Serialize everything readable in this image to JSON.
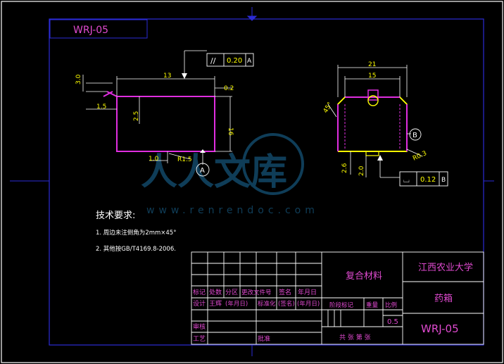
{
  "drawing_code_box": "WRJ-05",
  "tolerances": {
    "parallelism": {
      "symbol": "//",
      "value": "0.20",
      "datum": "A"
    },
    "flatness": {
      "symbol": "⌴",
      "value": "0.12",
      "datum": "B"
    }
  },
  "datums": {
    "a": "A",
    "b": "B"
  },
  "dims": {
    "width_13": "13",
    "offset_0_2": "0.2",
    "h_3_0": "3.0",
    "h_1_5": "1.5",
    "h_2_5": "2.5",
    "h_16": "16",
    "w_1_0": "1.0",
    "r_1_5": "R1.5",
    "w_21": "21",
    "w_15": "15",
    "angle_45": "45°",
    "h_2_6": "2.6",
    "h_2_0": "2.0",
    "r_0_3": "R0.3"
  },
  "tech_requirements": {
    "title": "技术要求:",
    "items": [
      "1. 周边未注倒角为2mm×45°",
      "2. 其他按GB/T4169.8-2006."
    ]
  },
  "watermark": {
    "logo_text": "人人文库",
    "url": "www.renrendoc.com"
  },
  "title_block": {
    "material": "复合材料",
    "school": "江西农业大学",
    "part_name": "药箱",
    "drawing_code": "WRJ-05",
    "row_labels": {
      "mark": "标记",
      "count": "处数",
      "zone": "分区",
      "change_doc": "更改文件号",
      "sign": "签名",
      "date": "年月日",
      "design": "设计",
      "designer": "王辉",
      "date_paren": "(年月日)",
      "standardize": "标准化",
      "sign_paren": "(签名)",
      "date_paren2": "(年月日)",
      "review": "审核",
      "process": "工艺",
      "approve": "批准"
    },
    "stage_mark": "阶段标记",
    "weight": "重量",
    "scale": "比例",
    "scale_value": "0.5",
    "sheets": "共  张 第  张"
  }
}
